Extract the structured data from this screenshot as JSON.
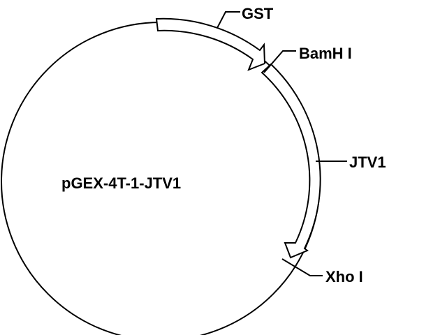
{
  "plasmid": {
    "name": "pGEX-4T-1-JTV1"
  },
  "features": {
    "gst": "GST",
    "bamh1": "BamH I",
    "jtv1": "JTV1",
    "xho1": "Xho I"
  },
  "colors": {
    "line": "#000000",
    "fill": "#ffffff"
  }
}
